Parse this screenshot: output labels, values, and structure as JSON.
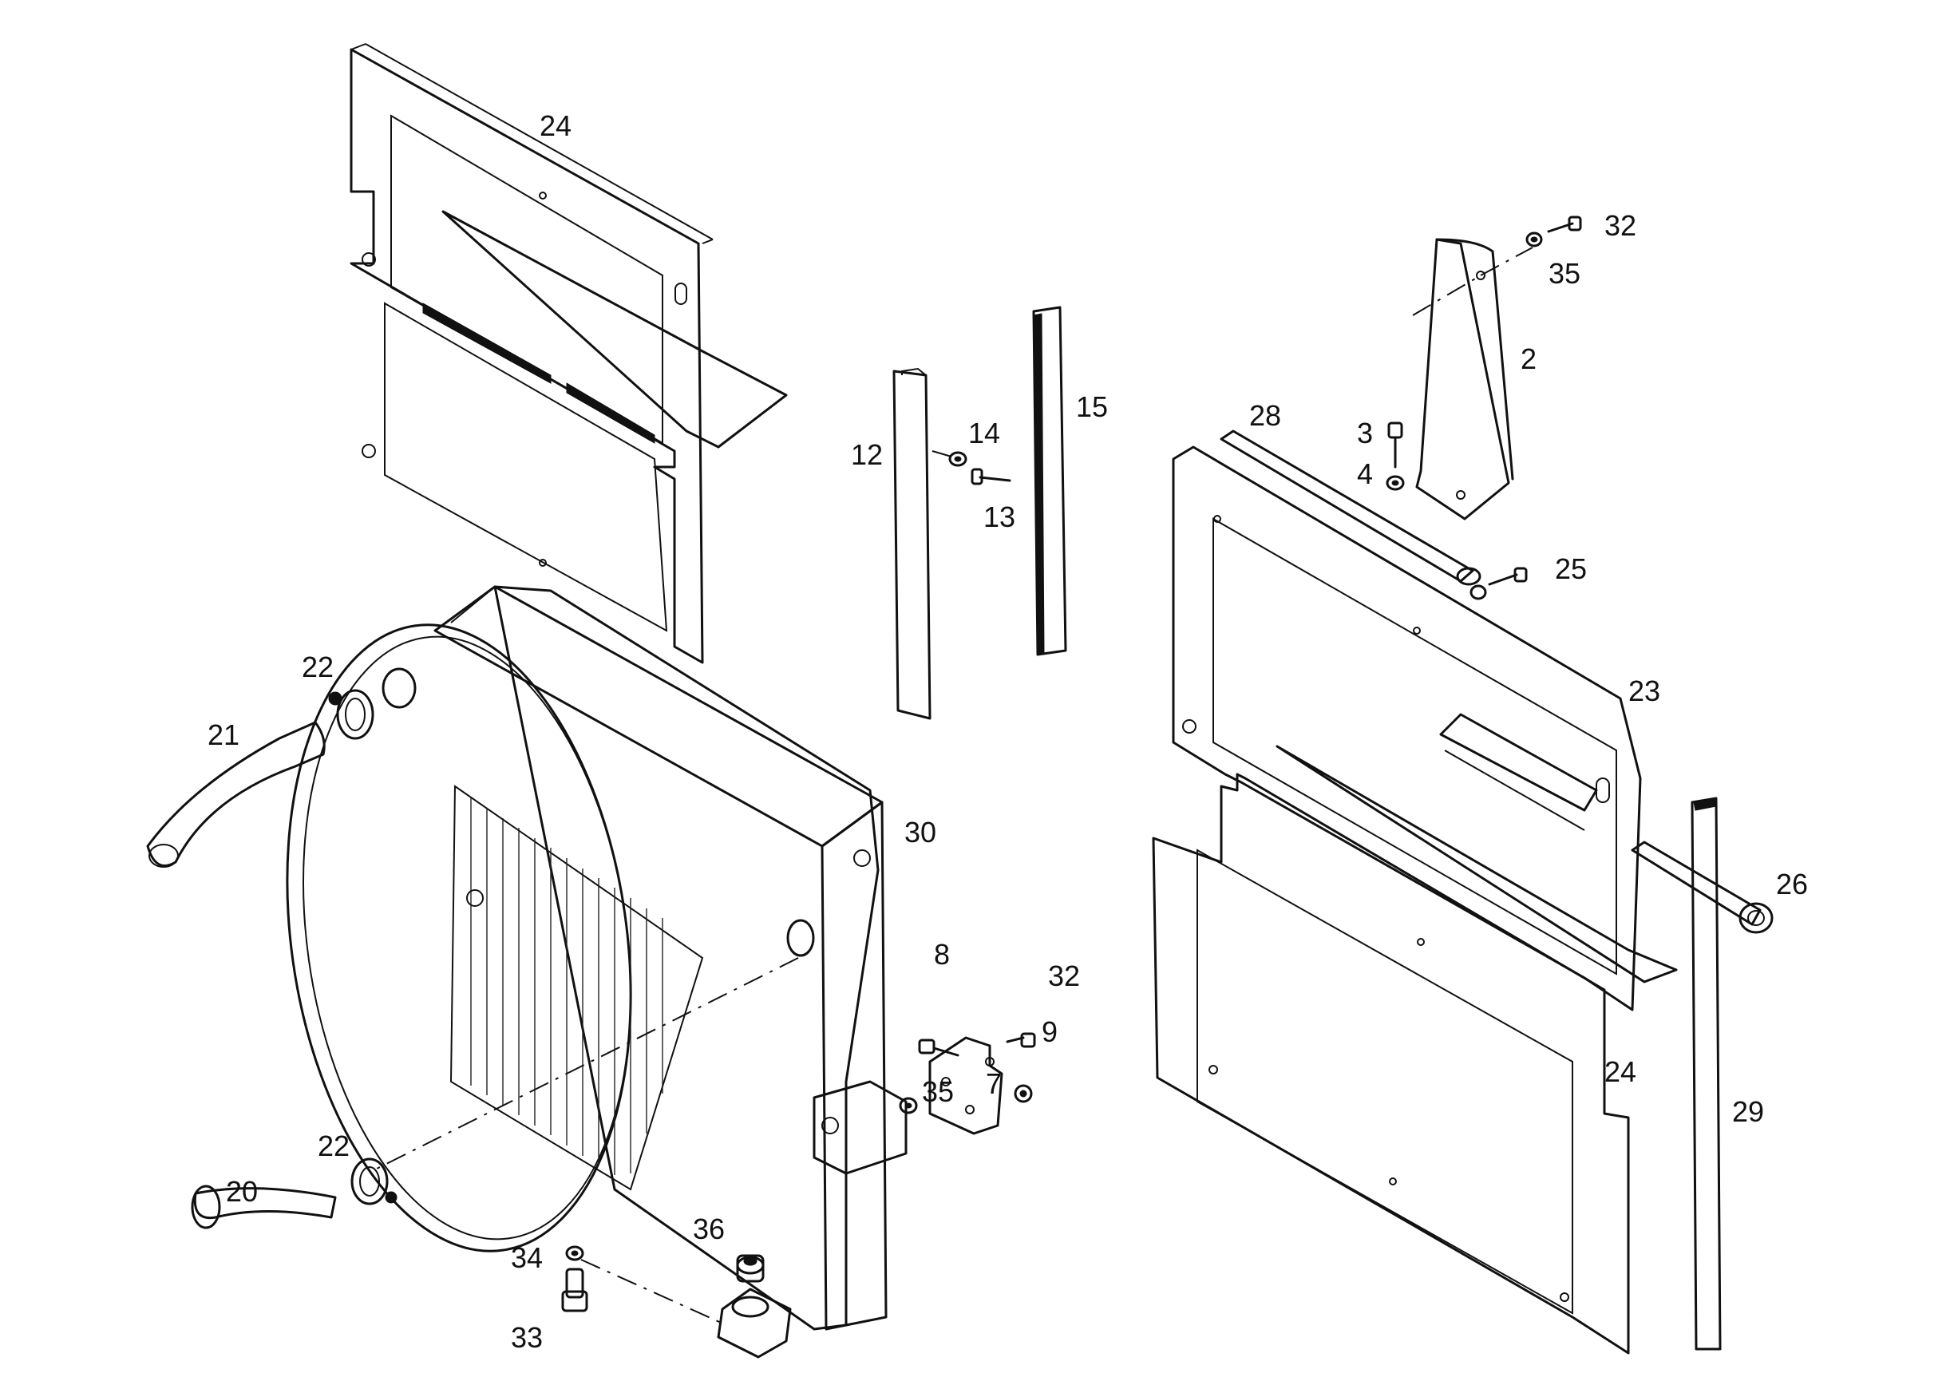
{
  "callouts": {
    "c24_top": "24",
    "c32_top": "32",
    "c35_top": "35",
    "c2": "2",
    "c15": "15",
    "c28": "28",
    "c14": "14",
    "c3": "3",
    "c12": "12",
    "c4": "4",
    "c13": "13",
    "c25": "25",
    "c22_upper": "22",
    "c23": "23",
    "c21": "21",
    "c30": "30",
    "c26": "26",
    "c8": "8",
    "c32_mid": "32",
    "c9": "9",
    "c7": "7",
    "c35_mid": "35",
    "c24_right": "24",
    "c29": "29",
    "c22_lower": "22",
    "c20": "20",
    "c36": "36",
    "c34": "34",
    "c33": "33"
  },
  "colors": {
    "line": "#111111",
    "background": "#ffffff"
  }
}
